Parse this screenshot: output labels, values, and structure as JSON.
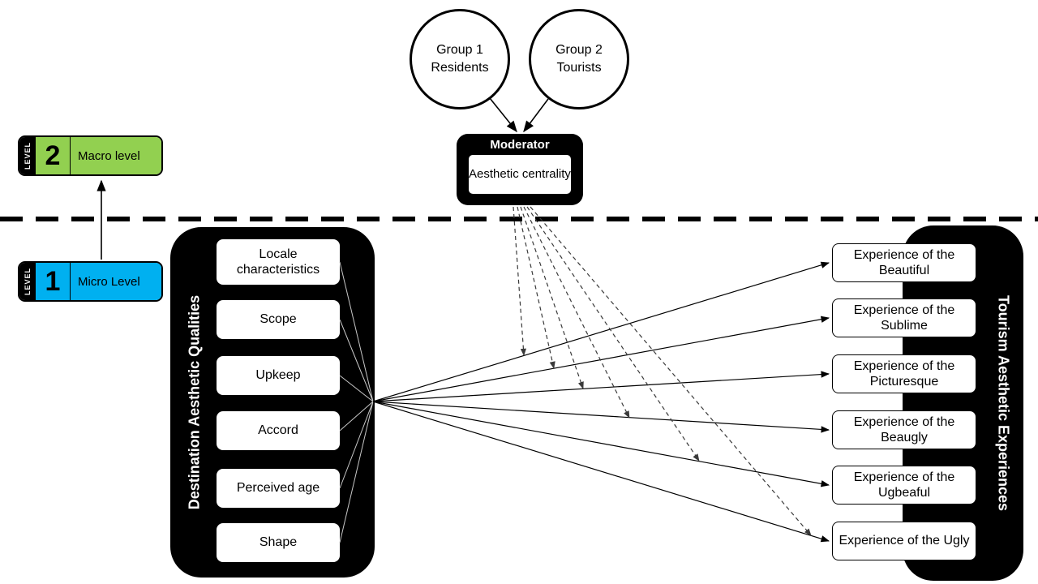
{
  "groups": [
    {
      "line1": "Group 1",
      "line2": "Residents"
    },
    {
      "line1": "Group 2",
      "line2": "Tourists"
    }
  ],
  "moderator": {
    "title": "Moderator",
    "item": "Aesthetic centrality"
  },
  "levels": [
    {
      "word": "LEVEL",
      "number": "2",
      "label": "Macro level"
    },
    {
      "word": "LEVEL",
      "number": "1",
      "label": "Micro Level"
    }
  ],
  "left_panel": {
    "title": "Destination Aesthetic Qualities",
    "items": [
      "Locale characteristics",
      "Scope",
      "Upkeep",
      "Accord",
      "Perceived age",
      "Shape"
    ]
  },
  "right_panel": {
    "title": "Tourism Aesthetic Experiences",
    "items": [
      "Experience of the Beautiful",
      "Experience of the Sublime",
      "Experience of the Picturesque",
      "Experience of the Beaugly",
      "Experience of the Ugbeaful",
      "Experience of the Ugly"
    ]
  },
  "colors": {
    "macro_level": "#92d050",
    "micro_level": "#00b0f0",
    "panel_black": "#000000",
    "solid_line": "#000000",
    "dashed_moderator_line": "#3a3a3a",
    "inner_fan_line": "#c8c8c8"
  }
}
